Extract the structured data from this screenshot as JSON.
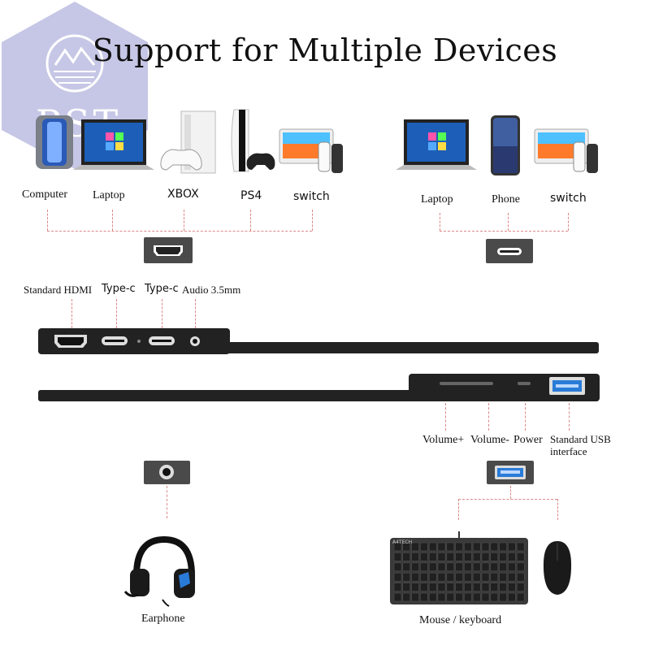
{
  "title": "Support for Multiple Devices",
  "watermark": {
    "letters": "PST",
    "color": "#a8a8d8"
  },
  "top_left_group": {
    "labels": [
      "Computer",
      "Laptop",
      "XBOX",
      "PS4",
      "switch"
    ],
    "port": "hdmi-port"
  },
  "top_right_group": {
    "labels": [
      "Laptop",
      "Phone",
      "switch"
    ],
    "port": "usb-c-port"
  },
  "monitor_top": {
    "port_labels": [
      "Standard HDMI",
      "Type-c",
      "Type-c",
      "Audio 3.5mm"
    ]
  },
  "monitor_bottom": {
    "control_labels": [
      "Volume+",
      "Volume-",
      "Power"
    ],
    "usb_label_line1": "Standard USB",
    "usb_label_line2": "interface"
  },
  "bottom_left": {
    "label": "Earphone",
    "port": "audio-jack"
  },
  "bottom_right": {
    "label": "Mouse / keyboard",
    "port": "usb-a-port",
    "keyboard_brand": "A4TECH"
  },
  "colors": {
    "accent_line": "#d88888",
    "port_bg": "#4a4a4a",
    "usb_blue": "#2a7bd8"
  }
}
